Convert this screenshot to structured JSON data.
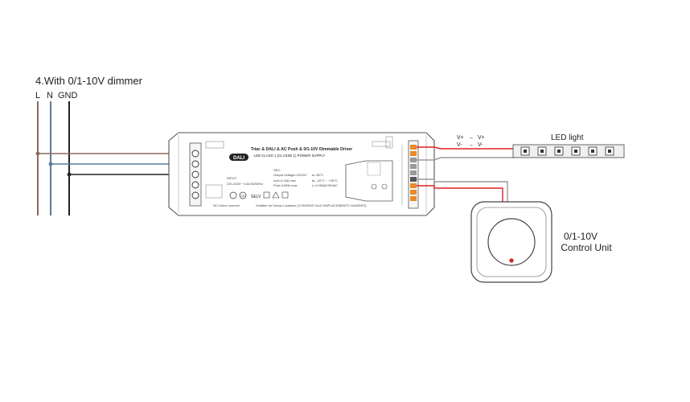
{
  "diagram": {
    "title": "4.With 0/1-10V dimmer",
    "mains": {
      "L": "L",
      "N": "N",
      "GND": "GND"
    },
    "led_light": {
      "label": "LED light"
    },
    "vlabels": {
      "vp_left": "V+",
      "vp_right": "V+",
      "vm_left": "V-",
      "vm_right": "V-"
    },
    "control_unit": {
      "line1": "0/1-10V",
      "line2": "Control Unit"
    },
    "driver": {
      "title": "Triac & DALI & AC Push & 0/1-10V Dimmable Driver",
      "subtitle": "LED CLASS 1 (CLASSE 1) POWER SUPPLY",
      "dali_logo": "DALI",
      "input_label": "INPUT:",
      "input_spec": "220-240V~ 0.5A 50/60Hz",
      "secondary": "SEC:",
      "out_voltage": "Output Voltage=24VDC",
      "out_current": "Iout=4.16A max",
      "out_power": "Pout=100W max",
      "tc": "tc: 80°C",
      "ta": "ta: -20°C ~ +45°C",
      "pf": "λ:>0.95@230VAC",
      "selv": "SELV",
      "footer": "Suitable for Damp Locations (CONVIENT AUX EMPLACEMENTS HUMIDES)",
      "nc_note": "NC=None connect"
    },
    "colors": {
      "brown": "#8B6A5A",
      "blue": "#5A7C9C",
      "black": "#222222",
      "red": "#E02020",
      "gray": "#9A9A9A",
      "orange": "#E88A2A",
      "strip": "#F0F0F0"
    }
  }
}
